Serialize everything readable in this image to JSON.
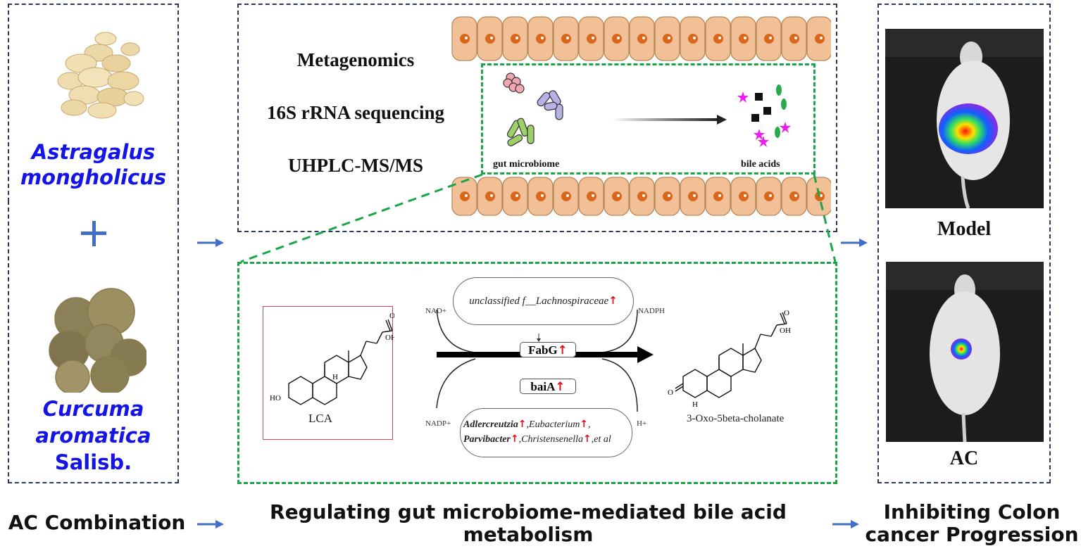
{
  "left_panel": {
    "herb1": {
      "name_line1": "Astragalus",
      "name_line2": "mongholicus",
      "image": "astragalus-slices-photo"
    },
    "plus": "+",
    "herb2": {
      "name_line1": "Curcuma",
      "name_line2": "aromatica",
      "name_line3": "Salisb.",
      "image": "curcuma-slices-photo"
    },
    "caption": "AC Combination"
  },
  "middle_top": {
    "methods": [
      "Metagenomics",
      "16S rRNA sequencing",
      "UHPLC-MS/MS"
    ],
    "microbiome_label": "gut microbiome",
    "bile_label": "bile acids"
  },
  "middle_bottom": {
    "substrate": {
      "name": "LCA",
      "structure_labels": {
        "hydroxyl": "HO",
        "acid": "OH",
        "oxo": "O",
        "h": "H"
      }
    },
    "product": {
      "name": "3-Oxo-5beta-cholanate",
      "structure_labels": {
        "oxo": "O",
        "acid": "OH",
        "h": "H"
      }
    },
    "cofactors": {
      "top_left": "NAD+",
      "top_right": "NADPH",
      "bottom_left": "NADP+",
      "bottom_right": "H+"
    },
    "top_taxa": {
      "prefix": "unclassified f__",
      "name": "Lachnospiraceae",
      "trend": "up"
    },
    "enzymes": [
      {
        "name": "FabG",
        "trend": "up"
      },
      {
        "name": "baiA",
        "trend": "up"
      }
    ],
    "bottom_taxa": [
      {
        "name": "Adlercreutzia",
        "bold": true,
        "trend": "up"
      },
      {
        "name": "Eubacterium",
        "bold": false,
        "trend": "up"
      },
      {
        "name": "Parvibacter",
        "bold": true,
        "trend": "up"
      },
      {
        "name": "Christensenella",
        "bold": false,
        "trend": "up"
      }
    ],
    "bottom_taxa_suffix": "et al",
    "up_arrow": "↑",
    "caption_line1": "Regulating gut microbiome-mediated bile acid",
    "caption_line2": "metabolism"
  },
  "right_panel": {
    "model_label": "Model",
    "ac_label": "AC",
    "caption_line1": "Inhibiting Colon",
    "caption_line2": "cancer Progression"
  },
  "colors": {
    "herb_text": "#1414e6",
    "panel_border": "#2b3a5c",
    "zoom_border": "#19a64a",
    "flow_arrow": "#3f6fc6",
    "up_arrow": "#e0101a",
    "lca_box": "#e0404a",
    "cell_fill": "#f2c096",
    "nucleus": "#d9661b"
  }
}
